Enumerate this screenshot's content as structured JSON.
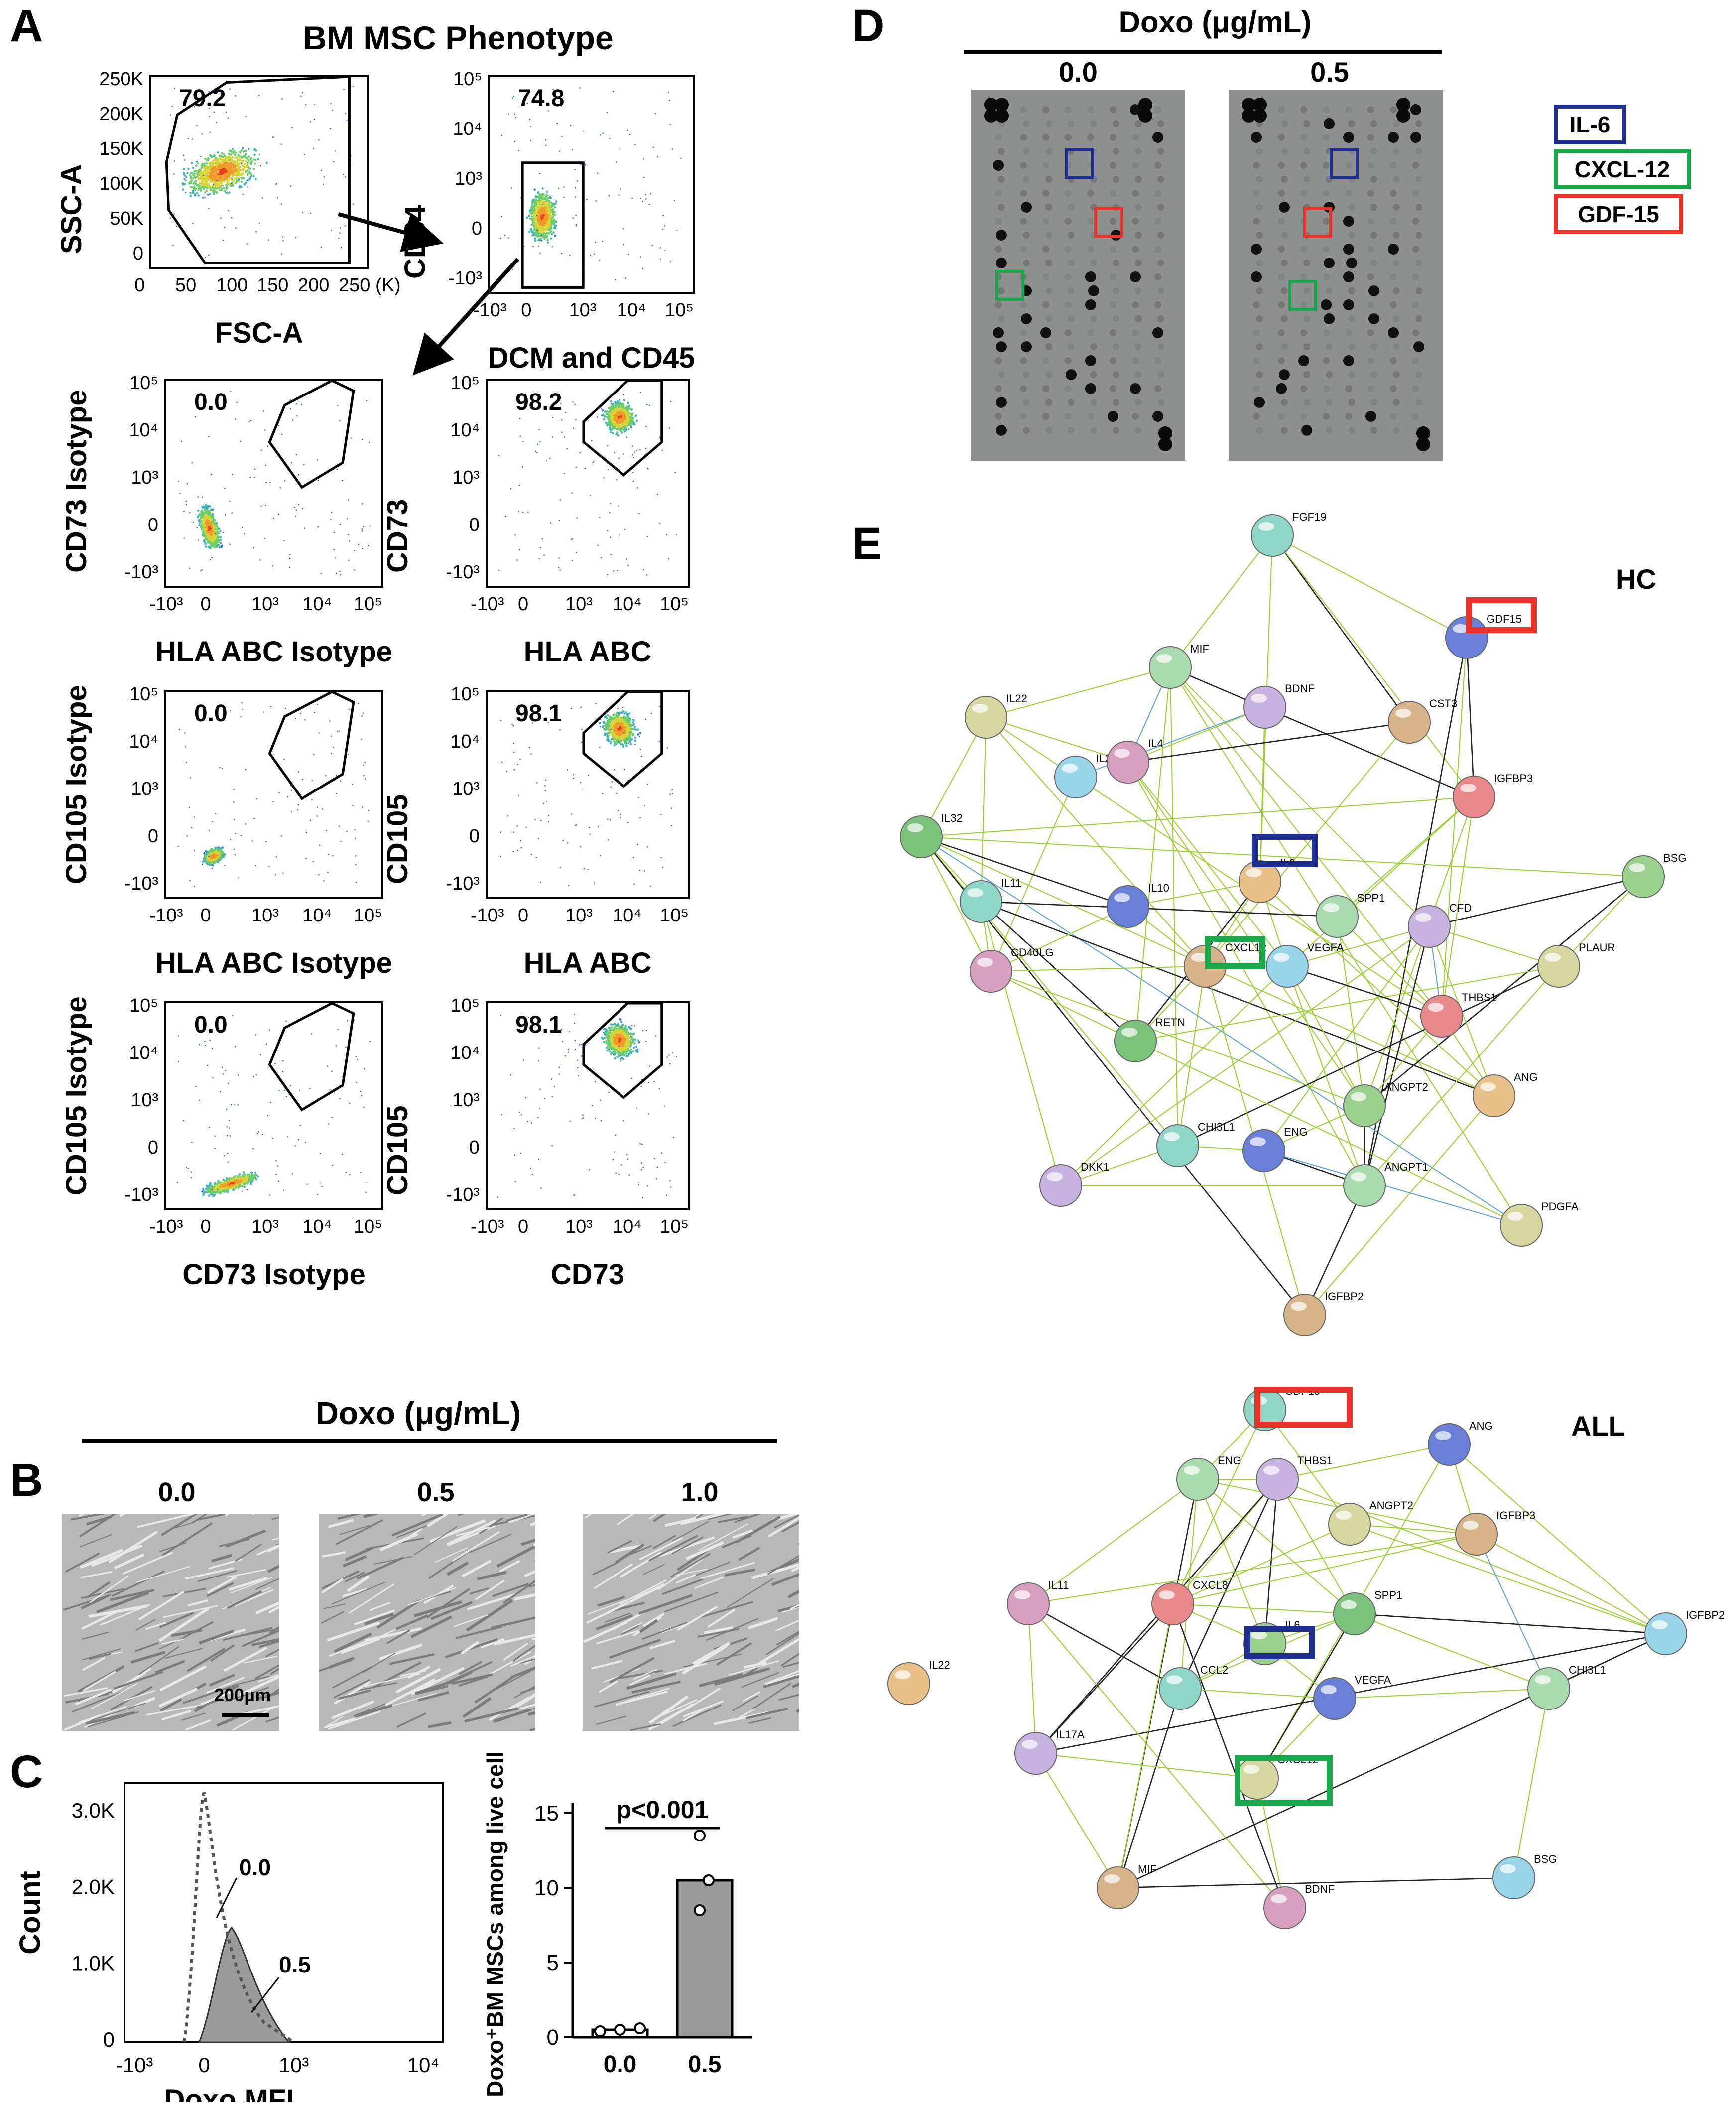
{
  "panelA": {
    "letter": "A",
    "title": "BM MSC Phenotype",
    "plots": [
      {
        "ylabel": "SSC-A",
        "xlabel": "FSC-A",
        "pct": "79.2",
        "yticks": [
          "250K",
          "200K",
          "150K",
          "100K",
          "50K",
          "0"
        ],
        "xticks": [
          "0",
          "50",
          "100",
          "150",
          "200",
          "250 (K)"
        ]
      },
      {
        "ylabel": "CD34",
        "xlabel": "DCM and CD45",
        "pct": "74.8",
        "yticks": [
          "10⁵",
          "10⁴",
          "10³",
          "0",
          "-10³"
        ],
        "xticks": [
          "-10³",
          "0",
          "10³",
          "10⁴",
          "10⁵"
        ]
      },
      {
        "ylabel": "CD73 Isotype",
        "xlabel": "HLA ABC Isotype",
        "pct": "0.0",
        "yticks": [
          "10⁵",
          "10⁴",
          "10³",
          "0",
          "-10³"
        ],
        "xticks": [
          "-10³",
          "0",
          "10³",
          "10⁴",
          "10⁵"
        ]
      },
      {
        "ylabel": "CD73",
        "xlabel": "HLA ABC",
        "pct": "98.2",
        "yticks": [
          "10⁵",
          "10⁴",
          "10³",
          "0",
          "-10³"
        ],
        "xticks": [
          "-10³",
          "0",
          "10³",
          "10⁴",
          "10⁵"
        ]
      },
      {
        "ylabel": "CD105 Isotype",
        "xlabel": "HLA ABC Isotype",
        "pct": "0.0",
        "yticks": [
          "10⁵",
          "10⁴",
          "10³",
          "0",
          "-10³"
        ],
        "xticks": [
          "-10³",
          "0",
          "10³",
          "10⁴",
          "10⁵"
        ]
      },
      {
        "ylabel": "CD105",
        "xlabel": "HLA ABC",
        "pct": "98.1",
        "yticks": [
          "10⁵",
          "10⁴",
          "10³",
          "0",
          "-10³"
        ],
        "xticks": [
          "-10³",
          "0",
          "10³",
          "10⁴",
          "10⁵"
        ]
      },
      {
        "ylabel": "CD105 Isotype",
        "xlabel": "CD73 Isotype",
        "pct": "0.0",
        "yticks": [
          "10⁵",
          "10⁴",
          "10³",
          "0",
          "-10³"
        ],
        "xticks": [
          "-10³",
          "0",
          "10³",
          "10⁴",
          "10⁵"
        ]
      },
      {
        "ylabel": "CD105",
        "xlabel": "CD73",
        "pct": "98.1",
        "yticks": [
          "10⁵",
          "10⁴",
          "10³",
          "0",
          "-10³"
        ],
        "xticks": [
          "-10³",
          "0",
          "10³",
          "10⁴",
          "10⁵"
        ]
      }
    ]
  },
  "panelB": {
    "letter": "B",
    "header": "Doxo (μg/mL)",
    "conditions": [
      "0.0",
      "0.5",
      "1.0"
    ],
    "scalebar": "200μm"
  },
  "panelC": {
    "letter": "C",
    "histogram": {
      "ylabel": "Count",
      "xlabel": "Doxo MFI",
      "yticks": [
        "3.0K",
        "2.0K",
        "1.0K",
        "0"
      ],
      "xticks": [
        "-10³",
        "0",
        "10³",
        "10⁴"
      ],
      "curve_labels": [
        "0.0",
        "0.5"
      ]
    },
    "chart_data": {
      "type": "bar",
      "categories": [
        "0.0",
        "0.5"
      ],
      "values": [
        0.5,
        10.5
      ],
      "points": [
        [
          0.4,
          0.5,
          0.6
        ],
        [
          8.5,
          10.5,
          13.5
        ]
      ],
      "ylabel": "% of Doxo⁺BM MSCs among live cells",
      "ylim": [
        0,
        15
      ],
      "yticks": [
        "15",
        "10",
        "5",
        "0"
      ],
      "annotation": "p<0.001",
      "bar_colors": [
        "#ffffff",
        "#9b9b9b"
      ]
    }
  },
  "panelD": {
    "letter": "D",
    "header": "Doxo (μg/mL)",
    "conditions": [
      "0.0",
      "0.5"
    ],
    "legend": [
      {
        "label": "IL-6",
        "color": "#1f2f8f"
      },
      {
        "label": "CXCL-12",
        "color": "#1aa64a"
      },
      {
        "label": "GDF-15",
        "color": "#e8322a"
      }
    ]
  },
  "panelE": {
    "letter": "E",
    "networks": [
      {
        "title": "HC",
        "nodes": [
          "FGF19",
          "GDF15",
          "MIF",
          "BDNF",
          "IL22",
          "CST3",
          "IL2",
          "IL4",
          "IGFBP3",
          "IL32",
          "BSG",
          "IL6",
          "IL11",
          "IL10",
          "SPP1",
          "CFD",
          "PLAUR",
          "CXCL12",
          "VEGFA",
          "CD40LG",
          "THBS1",
          "RETN",
          "ANGPT2",
          "ANG",
          "CHI3L1",
          "ENG",
          "ANGPT1",
          "DKK1",
          "PDGFA",
          "IGFBP2"
        ]
      },
      {
        "title": "ALL",
        "nodes": [
          "GDF15",
          "ANG",
          "ENG",
          "THBS1",
          "ANGPT2",
          "IGFBP3",
          "IGFBP2",
          "IL11",
          "CXCL8",
          "SPP1",
          "IL6",
          "IL22",
          "CCL2",
          "VEGFA",
          "CHI3L1",
          "IL17A",
          "CXCL12",
          "MIF",
          "BSG",
          "BDNF"
        ]
      }
    ]
  }
}
